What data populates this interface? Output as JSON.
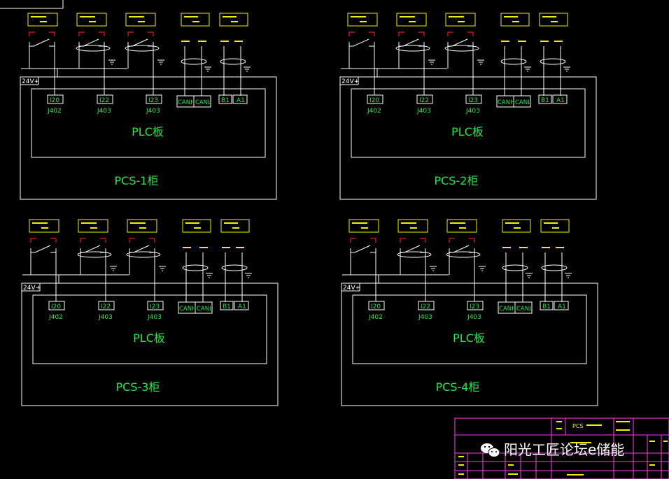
{
  "panels": [
    {
      "id": "pcs1",
      "cabinet": "PCS-1柜",
      "board": "PLC板",
      "supply": "24V+",
      "inputs": [
        {
          "terminal": "I20",
          "conn": "J402"
        },
        {
          "terminal": "I22",
          "conn": "J403"
        },
        {
          "terminal": "I23",
          "conn": "J403"
        }
      ],
      "can": {
        "h": "CANH",
        "l": "CANL"
      },
      "rs485": {
        "b": "B1",
        "a": "A1"
      }
    },
    {
      "id": "pcs2",
      "cabinet": "PCS-2柜",
      "board": "PLC板",
      "supply": "24V+",
      "inputs": [
        {
          "terminal": "I20",
          "conn": "J402"
        },
        {
          "terminal": "I22",
          "conn": "J403"
        },
        {
          "terminal": "I23",
          "conn": "J403"
        }
      ],
      "can": {
        "h": "CANH",
        "l": "CANL"
      },
      "rs485": {
        "b": "B1",
        "a": "A1"
      }
    },
    {
      "id": "pcs3",
      "cabinet": "PCS-3柜",
      "board": "PLC板",
      "supply": "24V+",
      "inputs": [
        {
          "terminal": "I20",
          "conn": "J402"
        },
        {
          "terminal": "I22",
          "conn": "J403"
        },
        {
          "terminal": "I23",
          "conn": "J403"
        }
      ],
      "can": {
        "h": "CANH",
        "l": "CANL"
      },
      "rs485": {
        "b": "B1",
        "a": "A1"
      }
    },
    {
      "id": "pcs4",
      "cabinet": "PCS-4柜",
      "board": "PLC板",
      "supply": "24V+",
      "inputs": [
        {
          "terminal": "I20",
          "conn": "J402"
        },
        {
          "terminal": "I22",
          "conn": "J403"
        },
        {
          "terminal": "I23",
          "conn": "J403"
        }
      ],
      "can": {
        "h": "CANH",
        "l": "CANL"
      },
      "rs485": {
        "b": "B1",
        "a": "A1"
      }
    }
  ],
  "title_block": {
    "label_pcs": "PCS",
    "watermark": "阳光工匠论坛e储能"
  },
  "colors": {
    "background": "#000000",
    "frame": "#ffffff",
    "text": "#22e84c",
    "signal_labels": "#f2f200",
    "contacts": "#ff2a2a",
    "title_block": "#ff3de8"
  }
}
